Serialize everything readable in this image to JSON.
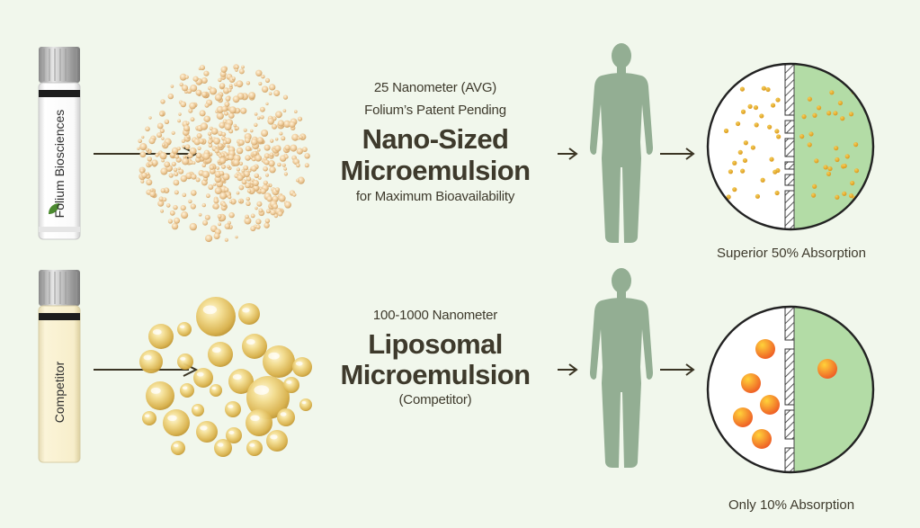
{
  "rows": [
    {
      "id": "folium",
      "vial_label": "Folium Biosciences",
      "line1": "25 Nanometer (AVG)",
      "line2": "Folium’s Patent Pending",
      "headline1": "Nano-Sized",
      "headline2": "Microemulsion",
      "line3": "for Maximum Bioavailability",
      "absorption": "Superior 50% Absorption"
    },
    {
      "id": "competitor",
      "vial_label": "Competitor",
      "line1": "100-1000 Nanometer",
      "headline1": "Liposomal",
      "headline2": "Microemulsion",
      "line3": "(Competitor)",
      "absorption": "Only 10% Absorption"
    }
  ],
  "colors": {
    "background": "#f1f7ec",
    "text": "#3e3a2c",
    "silhouette": "#93ae93",
    "membrane_green": "#b3dca6",
    "small_particle": "#e6a92a",
    "large_particle": "#f08a1e",
    "folium_liquid": "#ffffff",
    "competitor_liquid": "#f7eecb"
  }
}
